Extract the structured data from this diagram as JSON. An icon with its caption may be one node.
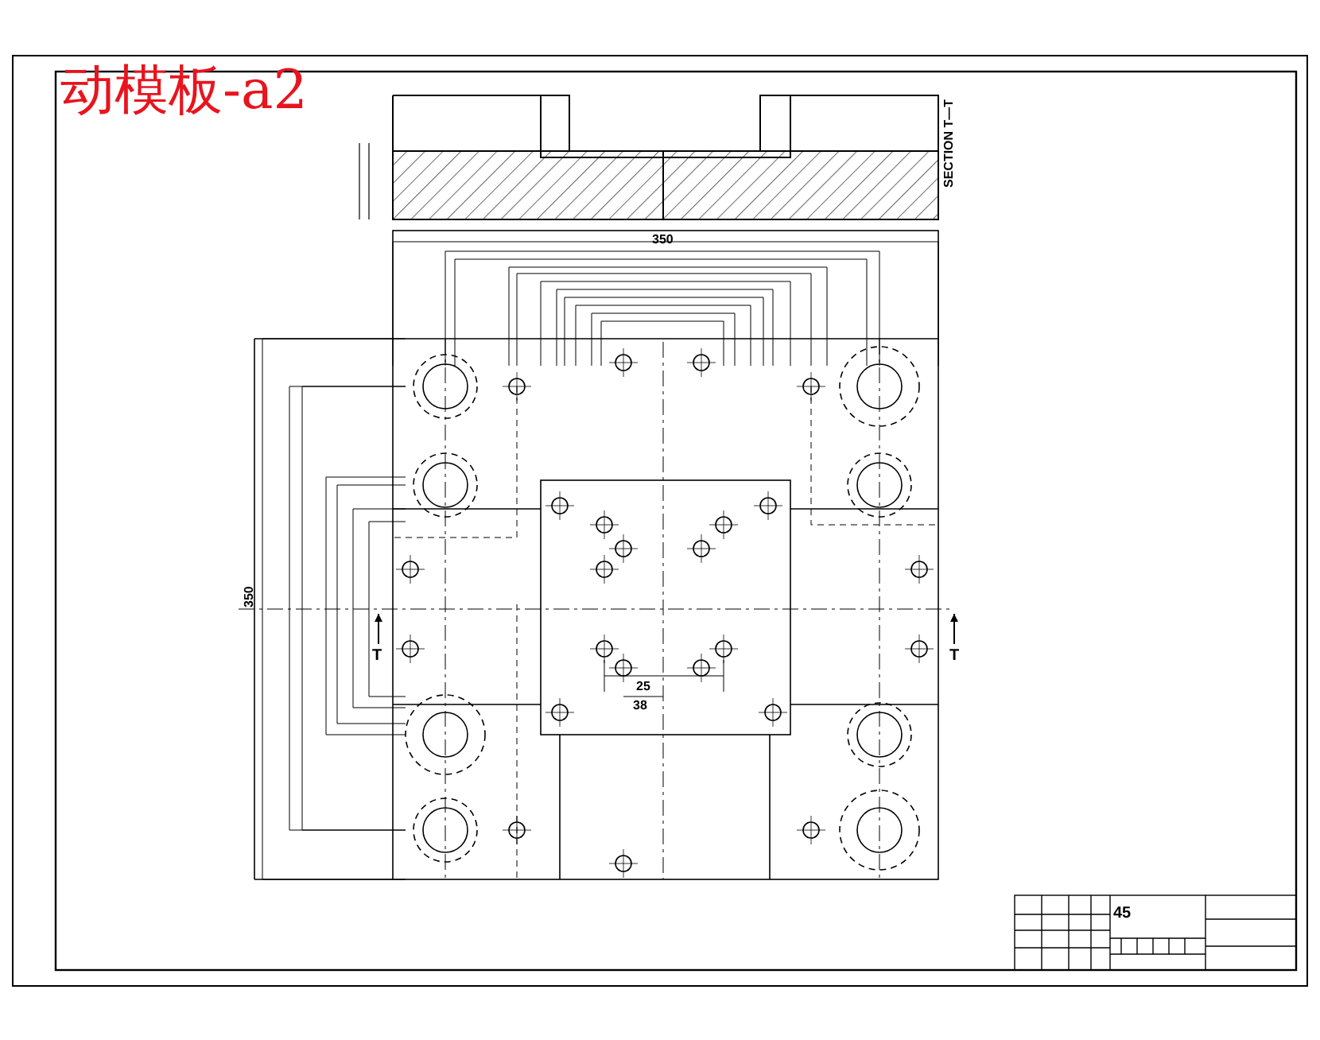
{
  "diagram": {
    "title": "动模板-a2",
    "labels": [
      "SECTION T—T",
      "350",
      "350",
      "25",
      "38",
      "T",
      "T",
      "45"
    ]
  }
}
